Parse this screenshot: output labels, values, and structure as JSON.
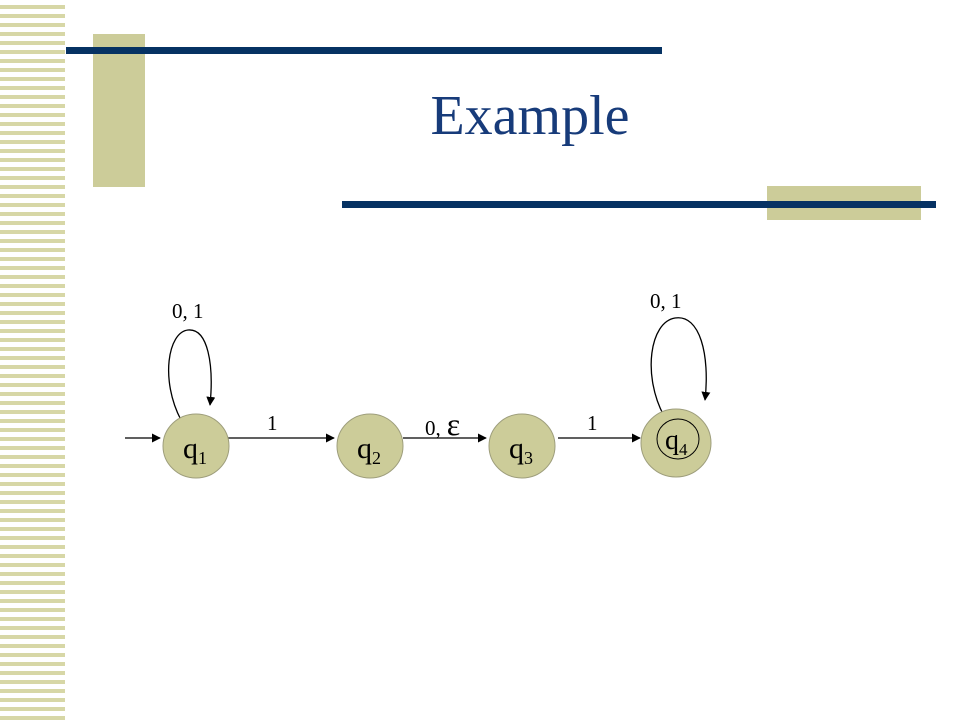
{
  "slide": {
    "title": "Example"
  },
  "diagram": {
    "states": [
      {
        "name": "q",
        "sub": "1",
        "accepting": false,
        "start": true
      },
      {
        "name": "q",
        "sub": "2",
        "accepting": false,
        "start": false
      },
      {
        "name": "q",
        "sub": "3",
        "accepting": false,
        "start": false
      },
      {
        "name": "q",
        "sub": "4",
        "accepting": true,
        "start": false
      }
    ],
    "transitions": [
      {
        "from": "q1",
        "to": "q1",
        "label": "0, 1"
      },
      {
        "from": "q1",
        "to": "q2",
        "label": "1"
      },
      {
        "from": "q2",
        "to": "q3",
        "label": "0,",
        "label_symbol": "ε"
      },
      {
        "from": "q3",
        "to": "q4",
        "label": "1"
      },
      {
        "from": "q4",
        "to": "q4",
        "label": "0, 1"
      }
    ]
  },
  "colors": {
    "state_fill": "#cccc99",
    "decor_tan": "#cccc99",
    "decor_navy": "#063263",
    "title": "#173b7a"
  }
}
